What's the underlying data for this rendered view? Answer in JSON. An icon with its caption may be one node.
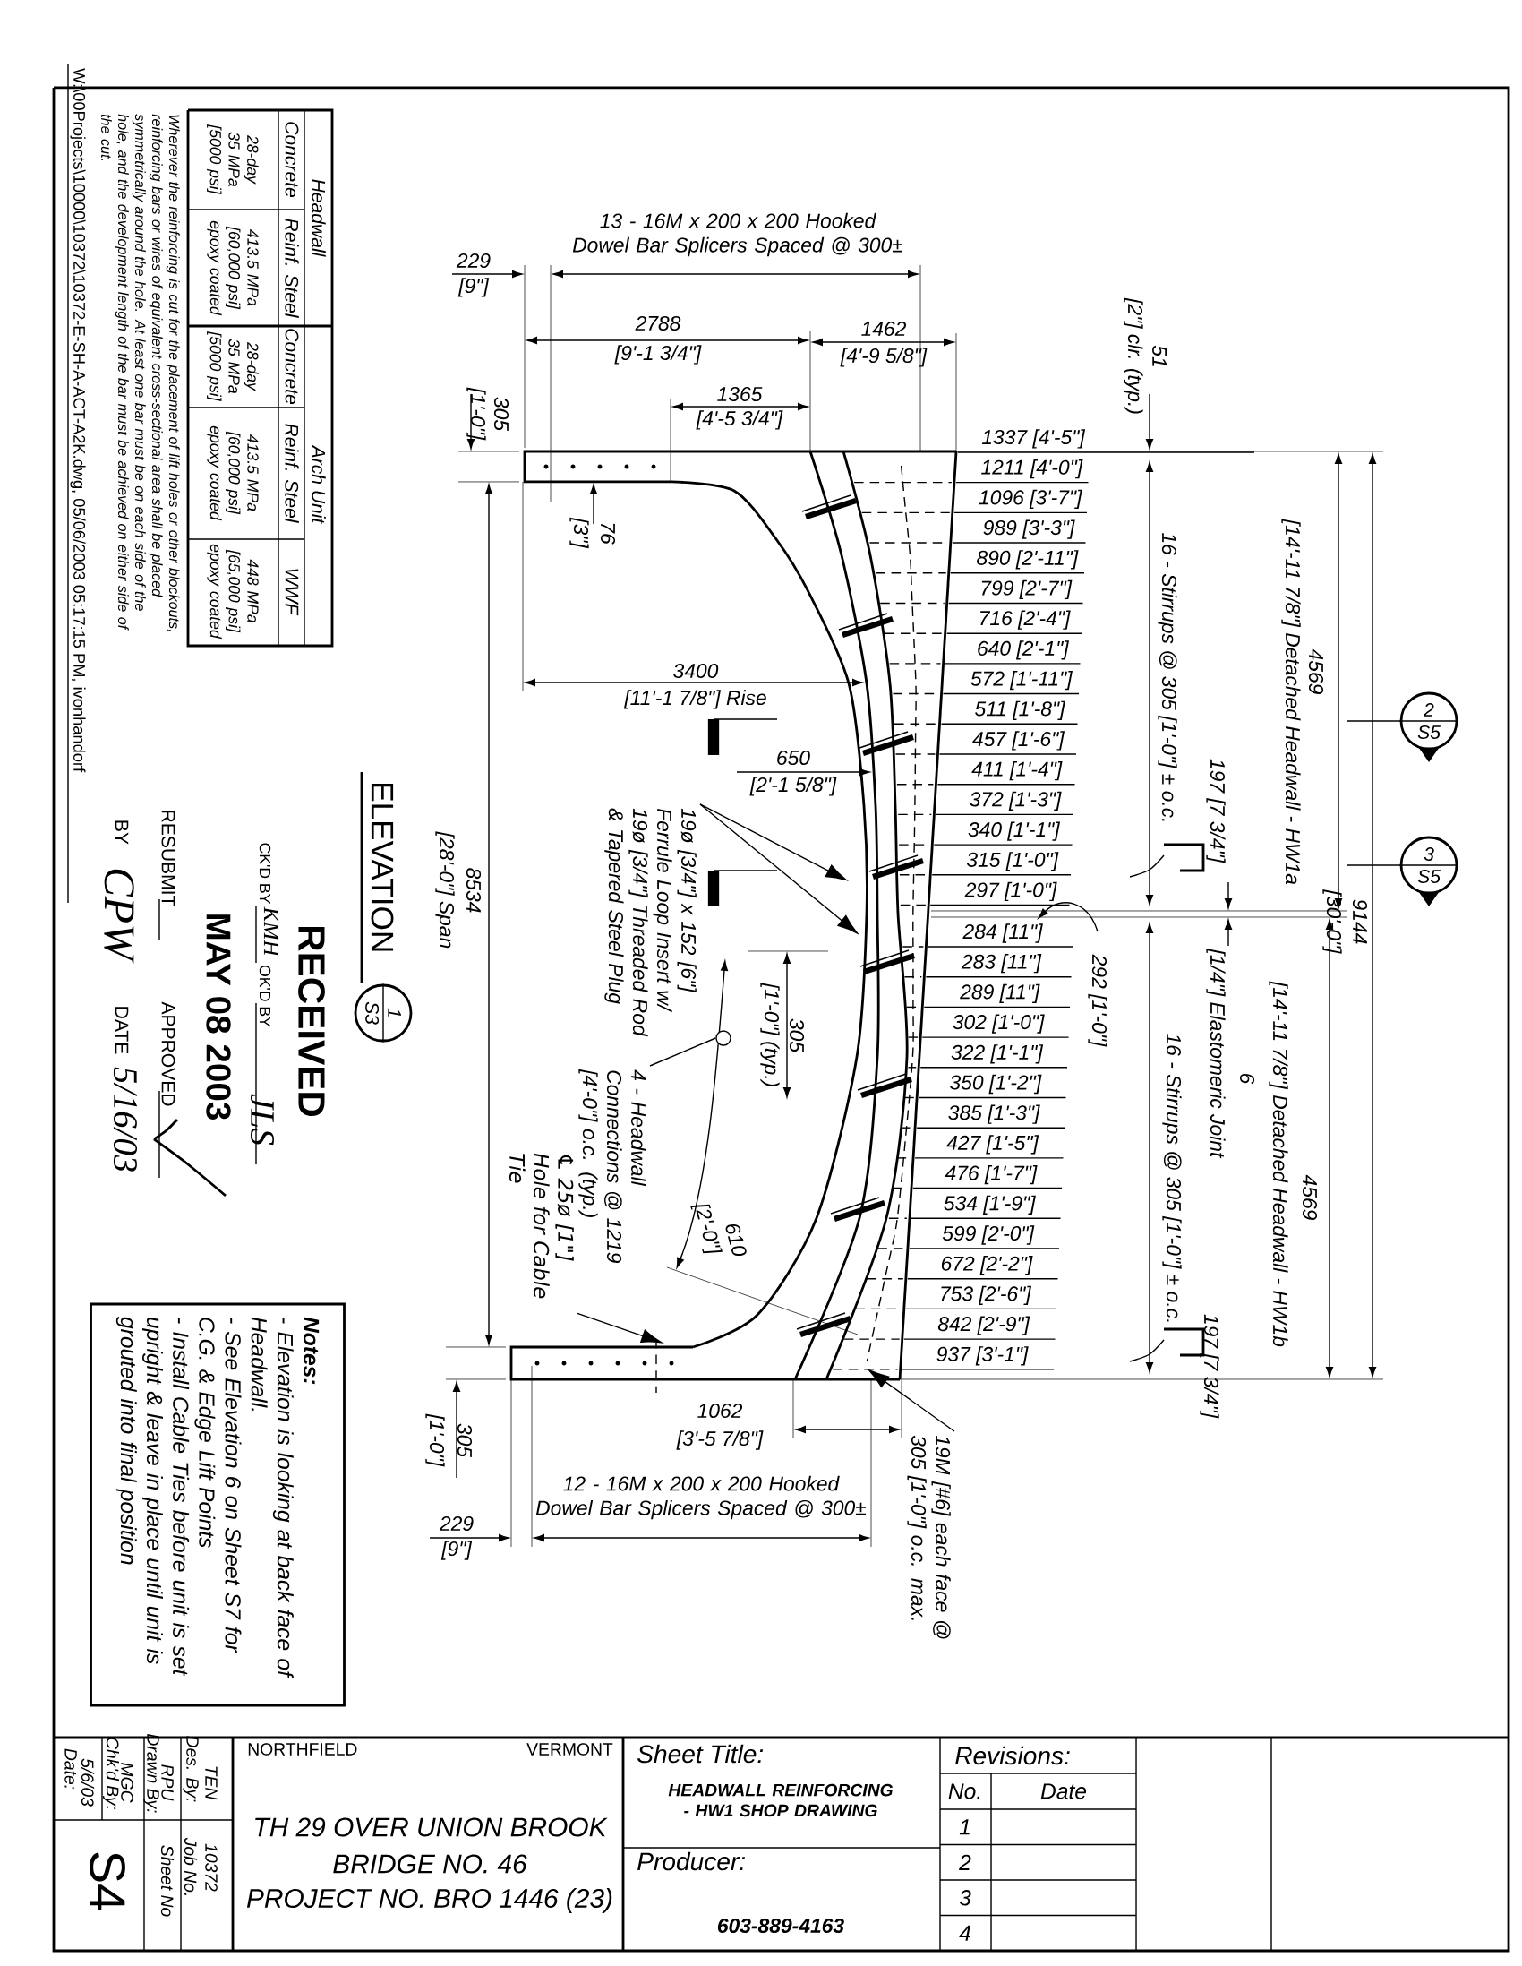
{
  "diagram": {
    "nodes": [
      {
        "text": [
          "2",
          "S5"
        ]
      },
      {
        "text": [
          "19ø [3/4\"] x 152 [6\"] Ferrule Loop Insert w/ 19ø [3/4\"] Threaded Rod & Tapered Steel Plug"
        ]
      },
      {
        "text": [
          "3",
          "S5"
        ]
      },
      {
        "text": [
          "1",
          "S3"
        ]
      },
      {
        "text": [
          "4 - Headwall Connections @ 1219 [4'-0\"] o.c. (typ.)"
        ]
      },
      {
        "text": [
          "℄ 25ø [1\"] Hole for Cable Tie"
        ]
      },
      {
        "text": [
          "Notes:",
          "- Elevation is looking at back face of Headwall.",
          "- See Elevation 6 on Sheet S7 for C.G. & Edge Lift Points",
          "- Install Cable Ties before unit is set upright & leave in place until unit is grouted into final position"
        ]
      },
      {
        "text": [
          "19M [#6] each face @ 305 [1'-0\"] o.c. max."
        ]
      },
      {
        "text": [],
        "shape": "circle"
      }
    ],
    "edges": [
      {
        "from": 1,
        "to": null,
        "arrow": "to"
      },
      {
        "from": 1,
        "to": null,
        "arrow": "to"
      },
      {
        "from": 4,
        "to": 8,
        "arrow": "none"
      },
      {
        "from": 5,
        "to": null,
        "arrow": "to"
      },
      {
        "from": 7,
        "to": null,
        "arrow": "to"
      }
    ],
    "labels": [
      "13 - 16M x 200 x 200 Hooked Dowel Bar Splicers Spaced @ 300±",
      "229",
      "[9\"]",
      "2788",
      "[9'-1 3/4\"]",
      "1462",
      "[4'-9 5/8\"]",
      "1365",
      "[4'-5 3/4\"]",
      "51",
      "[2\"] clr. (typ.)",
      "305",
      "[1'-0\"]",
      "76",
      "[3\"]",
      "1337 [4'-5\"]",
      "1211 [4'-0\"]",
      "1096 [3'-7\"]",
      "989 [3'-3\"]",
      "890 [2'-11\"]",
      "799 [2'-7\"]",
      "716 [2'-4\"]",
      "640 [2'-1\"]",
      "572 [1'-11\"]",
      "511 [1'-8\"]",
      "457 [1'-6\"]",
      "411 [1'-4\"]",
      "372 [1'-3\"]",
      "340 [1'-1\"]",
      "315 [1'-0\"]",
      "297 [1'-0\"]",
      "3400",
      "[11'-1 7/8\"] Rise",
      "16 - Stirrups @ 305 [1'-0\"] ± o.c.",
      "4569",
      "[14'-11 7/8\"] Detached Headwall - HW1a",
      "650",
      "[2'-1 5/8\"]",
      "197 [7 3/4\"]",
      "9144",
      "[30'-0\"]",
      "8534",
      "[28'-0\"] Span",
      "ELEVATION",
      "292 [1'-0\"]",
      "284 [11\"]",
      "283 [11\"]",
      "289 [11\"]",
      "302 [1'-0\"]",
      "322 [1'-1\"]",
      "350 [1'-2\"]",
      "385 [1'-3\"]",
      "427 [1'-5\"]",
      "476 [1'-7\"]",
      "534 [1'-9\"]",
      "599 [2'-0\"]",
      "672 [2'-2\"]",
      "753 [2'-6\"]",
      "842 [2'-9\"]",
      "937 [3'-1\"]",
      "4569",
      "[14'-11 7/8\"] Detached Headwall - HW1b",
      "6",
      "[1/4\"] Elastomeric Joint",
      "16 - Stirrups @ 305 [1'-0\"] ± o.c.",
      "197 [7 3/4\"]",
      "305",
      "[1'-0\"] (typ.)",
      "610",
      "[2'-0\"]",
      "1062",
      "[3'-5 7/8\"]",
      "305",
      "[1'-0\"]",
      "12 - 16M x 200 x 200 Hooked Dowel Bar Splicers Spaced @ 300±",
      "229",
      "[9\"]",
      "Headwall",
      "Arch Unit",
      "Concrete",
      "Reinf. Steel",
      "Concrete",
      "Reinf. Steel",
      "WWF",
      "28-day 35 MPa [5000 psi]",
      "413.5 MPa [60,000 psi] epoxy coated",
      "28-day 35 MPa [5000 psi]",
      "413.5 MPa [60,000 psi] epoxy coated",
      "448 MPa [65,000 psi] epoxy coated",
      "Wherever the reinforcing is cut for the placement of lift holes or other blockouts, reinforcing bars or wires of equivalent cross-sectional area shall be placed symmetrically around the hole. At least one bar must be on each side of the hole, and the development length of the bar must be achieved on either side of the cut.",
      "W:\\00Projects\\10000\\10372\\10372-E-SH-A-ACT-A2K.dwg, 05/06/2003 05:17:15 PM, ivonhandorf",
      "RECEIVED",
      "CK'D BY",
      "KMH",
      "OK'D BY",
      "JLS",
      "MAY 08 2003",
      "RESUBMIT",
      "APPROVED",
      "BY",
      "CPW",
      "DATE",
      "5/16/03",
      "NORTHFIELD",
      "VERMONT",
      "TH 29 OVER UNION BROOK",
      "BRIDGE NO. 46",
      "PROJECT NO. BRO 1446 (23)",
      "Sheet Title:",
      "HEADWALL REINFORCING - HW1 SHOP DRAWING",
      "Producer:",
      "603-889-4163",
      "Revisions:",
      "No.",
      "Date",
      "1",
      "2",
      "3",
      "4",
      "Des. By:",
      "TEN",
      "Job No.",
      "10372",
      "Drawn By:",
      "RPU",
      "Sheet No",
      "Chk'd By:",
      "MGC",
      "S4",
      "Date:",
      "5/6/03"
    ]
  }
}
